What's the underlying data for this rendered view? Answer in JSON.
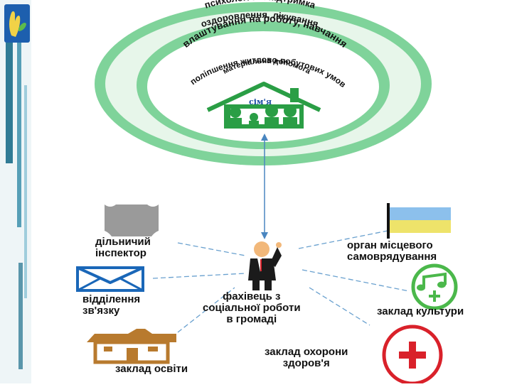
{
  "rings": [
    {
      "text": "психологічна підтримка"
    },
    {
      "text": "оздоровлення, лікування"
    },
    {
      "text": "влаштування на роботу, навчання"
    },
    {
      "text": "поліпшення житлово-побутових умов"
    },
    {
      "text": "матеріальна допомога"
    }
  ],
  "family_label": "сім'я",
  "actors": {
    "inspector": {
      "line1": "дільничий",
      "line2": "інспектор"
    },
    "post": {
      "line1": "відділення",
      "line2": "зв'язку"
    },
    "education": {
      "line1": "заклад освіти"
    },
    "local_gov": {
      "line1": "орган місцевого",
      "line2": "самоврядування"
    },
    "culture": {
      "line1": "заклад культури"
    },
    "health": {
      "line1": "заклад охорони",
      "line2": "здоров'я"
    },
    "worker": {
      "line1": "фахівець з",
      "line2": "соціальної роботи",
      "line3": "в громаді"
    }
  },
  "icons": {
    "logo": "hand-leaf-logo",
    "inspector": "badge-shield-icon",
    "post": "envelope-icon",
    "education": "school-building-icon",
    "local_gov": "ukrainian-flag-icon",
    "culture": "music-note-icon",
    "health": "red-cross-icon",
    "worker": "businessman-icon",
    "family": "house-family-icon"
  },
  "colors": {
    "ring_green": "#7fd39a",
    "ring_light": "#e7f6ea",
    "house_green": "#2a9e45",
    "flag_blue": "#8cc0ec",
    "flag_yellow": "#eee36a",
    "cross_red": "#d9212a",
    "dash_blue": "#6aa1cf",
    "side_bar": "#1b6e8a"
  }
}
